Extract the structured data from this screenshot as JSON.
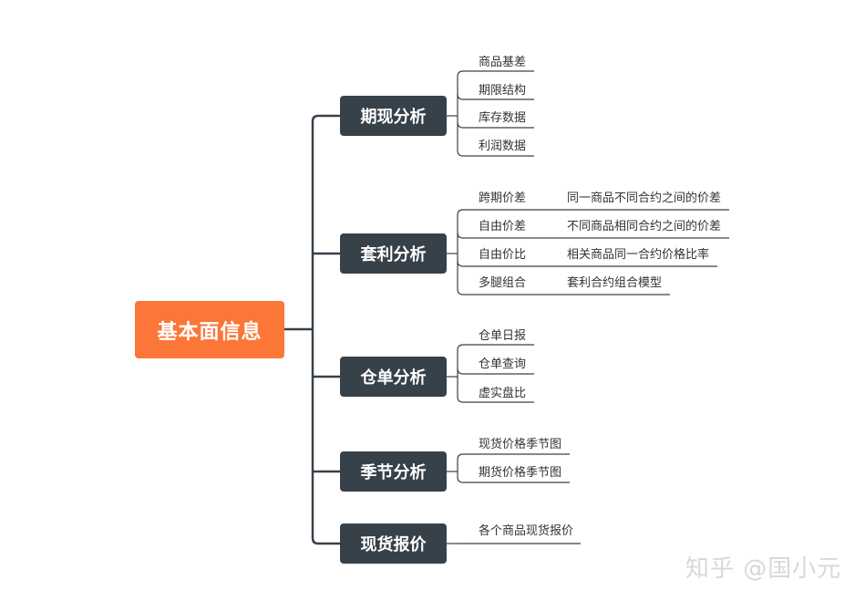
{
  "root": {
    "label": "基本面信息"
  },
  "colors": {
    "root_fill": "#fb7637",
    "topic_fill": "#37414a",
    "line": "#37414a",
    "text": "#333333"
  },
  "topics": [
    {
      "label": "期现分析",
      "leaves": [
        {
          "label": "商品基差"
        },
        {
          "label": "期限结构"
        },
        {
          "label": "库存数据"
        },
        {
          "label": "利润数据"
        }
      ]
    },
    {
      "label": "套利分析",
      "leaves": [
        {
          "label": "跨期价差",
          "desc": "同一商品不同合约之间的价差"
        },
        {
          "label": "自由价差",
          "desc": "不同商品相同合约之间的价差"
        },
        {
          "label": "自由价比",
          "desc": "相关商品同一合约价格比率"
        },
        {
          "label": "多腿组合",
          "desc": "套利合约组合模型"
        }
      ]
    },
    {
      "label": "仓单分析",
      "leaves": [
        {
          "label": "仓单日报"
        },
        {
          "label": "仓单查询"
        },
        {
          "label": "虚实盘比"
        }
      ]
    },
    {
      "label": "季节分析",
      "leaves": [
        {
          "label": "现货价格季节图"
        },
        {
          "label": "期货价格季节图"
        }
      ]
    },
    {
      "label": "现货报价",
      "leaves": [
        {
          "label": "各个商品现货报价"
        }
      ]
    }
  ],
  "watermark": "知乎 @国小元"
}
